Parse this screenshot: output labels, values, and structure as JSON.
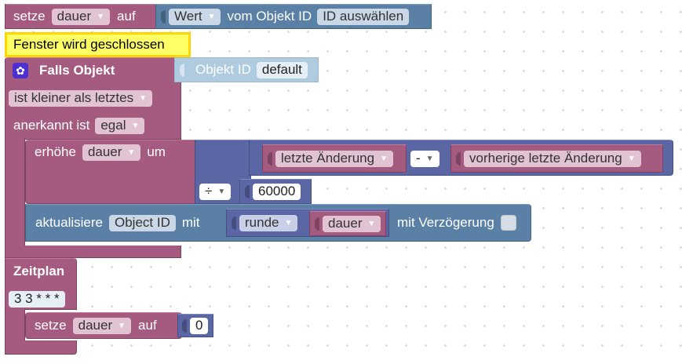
{
  "block_set": {
    "setze": "setze",
    "var": "dauer",
    "auf": "auf",
    "wert": "Wert",
    "vom": "vom Objekt ID",
    "id": "ID auswählen"
  },
  "tooltip": "Fenster wird geschlossen",
  "falls": {
    "label": "Falls Objekt",
    "objekt_id_label": "Objekt ID",
    "objekt_id_value": "default",
    "condition": "ist kleiner als letztes",
    "anerkannt_label": "anerkannt ist",
    "anerkannt_value": "egal"
  },
  "erhoehe": {
    "label": "erhöhe",
    "var": "dauer",
    "um": "um",
    "left_operand": "letzte Änderung",
    "op_minus": "-",
    "right_operand": "vorherige letzte Änderung",
    "op_divide": "÷",
    "divisor": "60000"
  },
  "aktualisiere": {
    "label": "aktualisiere",
    "object": "Object ID",
    "mit": "mit",
    "round": "runde",
    "var": "dauer",
    "delay": "mit Verzögerung"
  },
  "zeitplan": {
    "label": "Zeitplan",
    "cron": "3 3 * * *",
    "setze": "setze",
    "var": "dauer",
    "auf": "auf",
    "value": "0"
  }
}
